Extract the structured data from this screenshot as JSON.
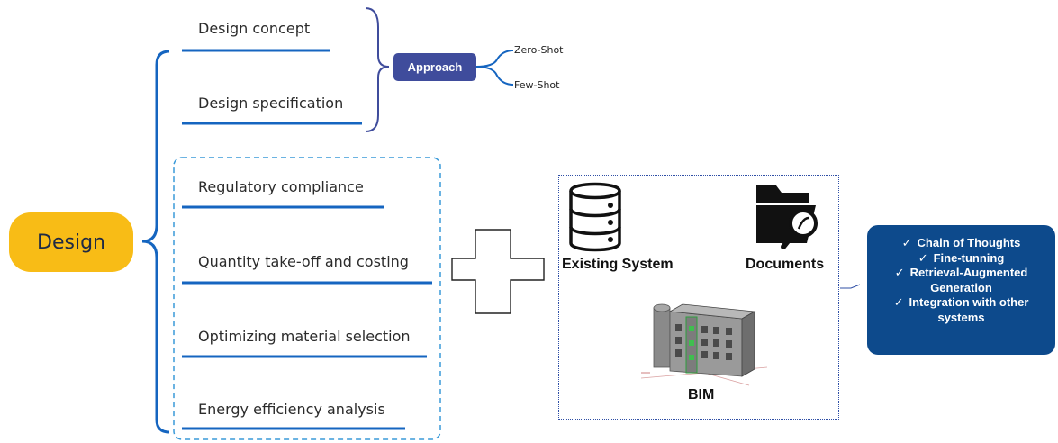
{
  "root": {
    "label": "Design"
  },
  "tasks": [
    "Design concept",
    "Design specification",
    "Regulatory compliance",
    "Quantity take-off and costing",
    "Optimizing material selection",
    "Energy efficiency analysis"
  ],
  "approach": {
    "label": "Approach",
    "options": [
      "Zero-Shot",
      "Few-Shot"
    ]
  },
  "system": {
    "existing_system": "Existing System",
    "documents": "Documents",
    "bim": "BIM"
  },
  "techniques": [
    "Chain of Thoughts",
    "Fine-tunning",
    "Retrieval-Augmented Generation",
    "Integration with other systems"
  ],
  "colors": {
    "root_fill": "#f8bc16",
    "connector_blue": "#1565c0",
    "approach_fill": "#3f4c9c",
    "dashed_box": "#3a9ad9",
    "technique_fill": "#0d4a8c"
  }
}
